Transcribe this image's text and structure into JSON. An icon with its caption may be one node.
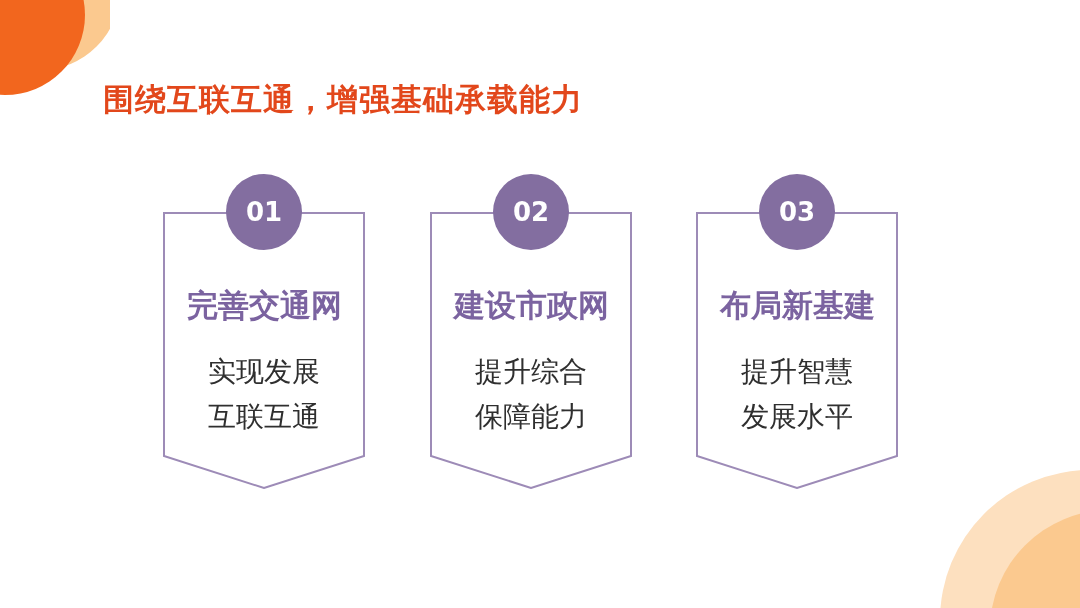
{
  "diagram": {
    "title": "围绕互联互通，增强基础承载能力",
    "nodes": [
      {
        "text": [
          "01"
        ]
      },
      {
        "text": [
          "完善交通网",
          "实现发展互联互通"
        ]
      },
      {
        "text": [
          "02"
        ]
      },
      {
        "text": [
          "建设市政网",
          "提升综合保障能力"
        ]
      },
      {
        "text": [
          "03"
        ]
      },
      {
        "text": [
          "布局新基建",
          "提升智慧发展水平"
        ]
      }
    ]
  }
}
